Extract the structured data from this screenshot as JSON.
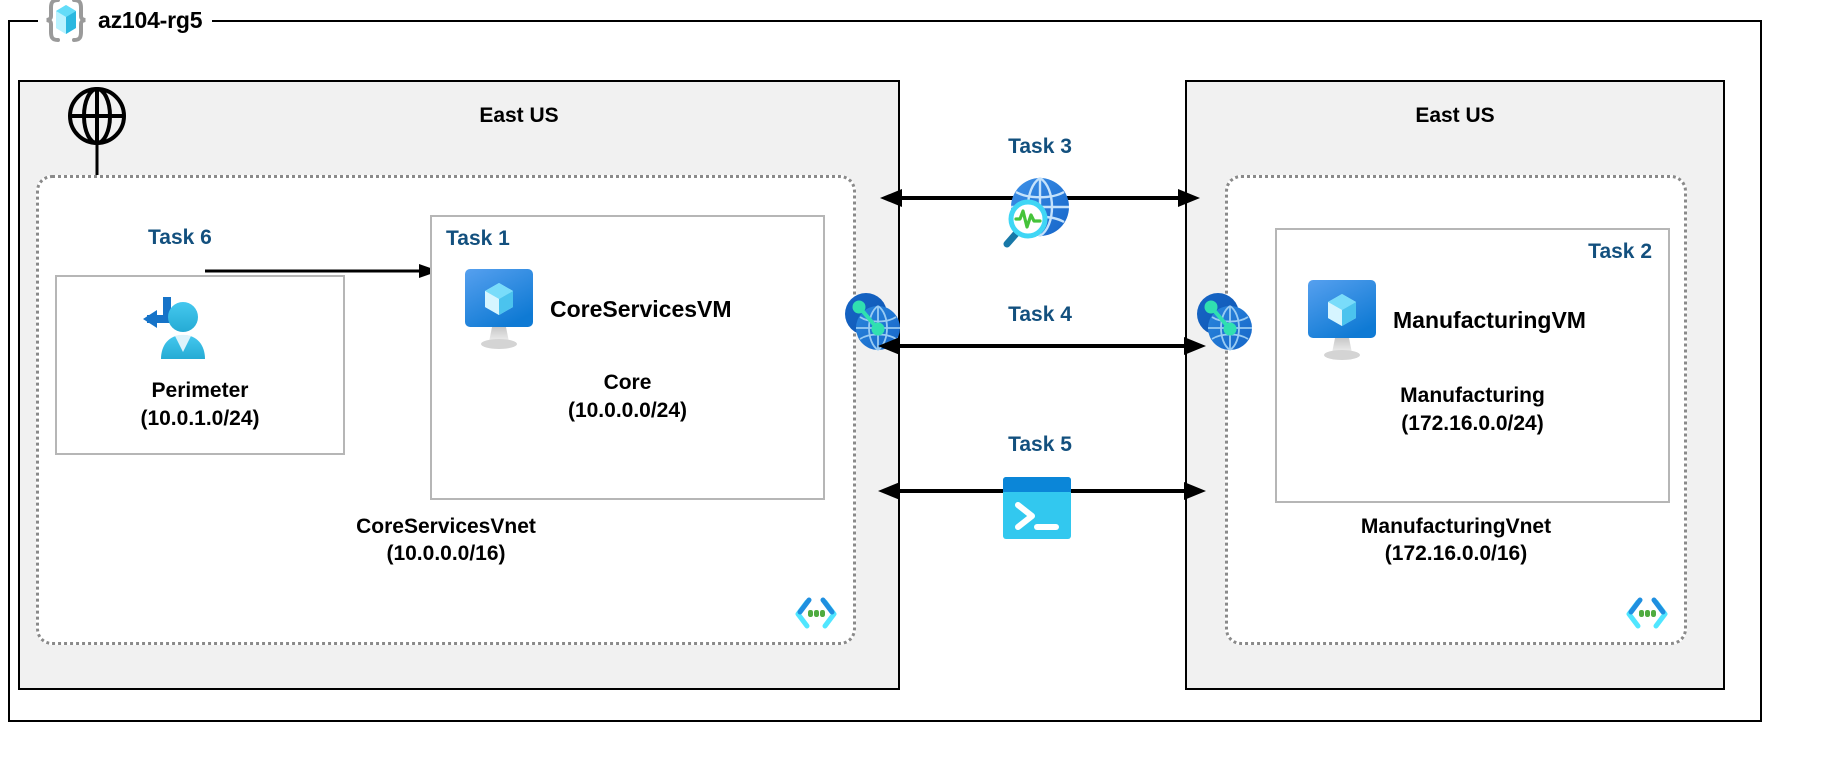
{
  "resource_group": {
    "name": "az104-rg5",
    "icon": "resource-group-icon"
  },
  "regions": [
    {
      "id": "left",
      "title": "East US"
    },
    {
      "id": "right",
      "title": "East US"
    }
  ],
  "vnets": [
    {
      "id": "core",
      "name": "CoreServicesVnet",
      "cidr": "(10.0.0.0/16)",
      "corner_icon": "virtual-network-icon"
    },
    {
      "id": "manufacturing",
      "name": "ManufacturingVnet",
      "cidr": "(172.16.0.0/16)",
      "corner_icon": "virtual-network-icon"
    }
  ],
  "subnets": [
    {
      "id": "perimeter",
      "task": "Task 6",
      "name": "Perimeter",
      "cidr": "(10.0.1.0/24)",
      "icon": "user-login-icon"
    },
    {
      "id": "core",
      "task": "Task 1",
      "name": "Core",
      "cidr": "(10.0.0.0/24)",
      "vm_name": "CoreServicesVM",
      "icon": "virtual-machine-icon"
    },
    {
      "id": "manufacturing",
      "task": "Task 2",
      "name": "Manufacturing",
      "cidr": "(172.16.0.0/24)",
      "vm_name": "ManufacturingVM",
      "icon": "virtual-machine-icon"
    }
  ],
  "center_connections": [
    {
      "id": "task3",
      "label": "Task 3",
      "icon": "network-watcher-icon"
    },
    {
      "id": "task4",
      "label": "Task 4",
      "icon": "vnet-peering-icon"
    },
    {
      "id": "task5",
      "label": "Task 5",
      "icon": "cloud-shell-icon"
    }
  ],
  "internet": {
    "icon": "internet-globe-icon"
  },
  "peering_endpoints": [
    {
      "id": "left-peering",
      "icon": "vnet-peering-icon"
    },
    {
      "id": "right-peering",
      "icon": "vnet-peering-icon"
    }
  ],
  "colors": {
    "task_label": "#13507e",
    "region_fill": "#f1f1f1",
    "frame_stroke": "#000000",
    "vnet_stroke": "#8a8a8a",
    "subnet_stroke": "#b6b6b6",
    "azure_blue": "#0078d4",
    "azure_cyan": "#50e6ff",
    "peering_green": "#30e0b0"
  }
}
